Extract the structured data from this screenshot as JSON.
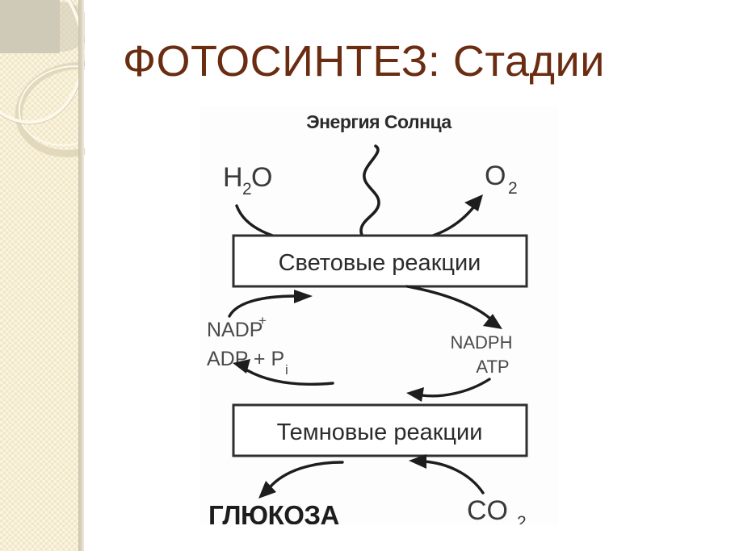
{
  "slide": {
    "background_color": "#ffffff",
    "title": "ФОТОСИНТЕЗ: Стадии",
    "title_color": "#6b2d12"
  },
  "sidebar": {
    "name": "decorative-sidebar",
    "base_color": "#f2e7c4",
    "accent_color": "#cfc9b8",
    "ring_color": "#fdf8ea"
  },
  "diagram": {
    "name": "photosynthesis-stages-diagram",
    "background_color": "#fdfdfd",
    "stroke_color": "#1d1d1d",
    "heading": "Энергия Солнца",
    "inputs": {
      "water": "H",
      "water_sub": "2",
      "water_tail": "O",
      "carbon_dioxide": "CO",
      "carbon_dioxide_sub": "2"
    },
    "outputs": {
      "oxygen": "O",
      "oxygen_sub": "2",
      "glucose": "ГЛЮКОЗА"
    },
    "boxes": [
      {
        "id": "light-reactions",
        "label": "Световые реакции"
      },
      {
        "id": "dark-reactions",
        "label": "Темновые реакции"
      }
    ],
    "carriers_left": {
      "nadp": "NADP",
      "nadp_sup": "+",
      "adp": "ADP + P",
      "adp_sub": "i"
    },
    "carriers_right": {
      "nadph": "NADPH",
      "atp": "ATP"
    }
  }
}
